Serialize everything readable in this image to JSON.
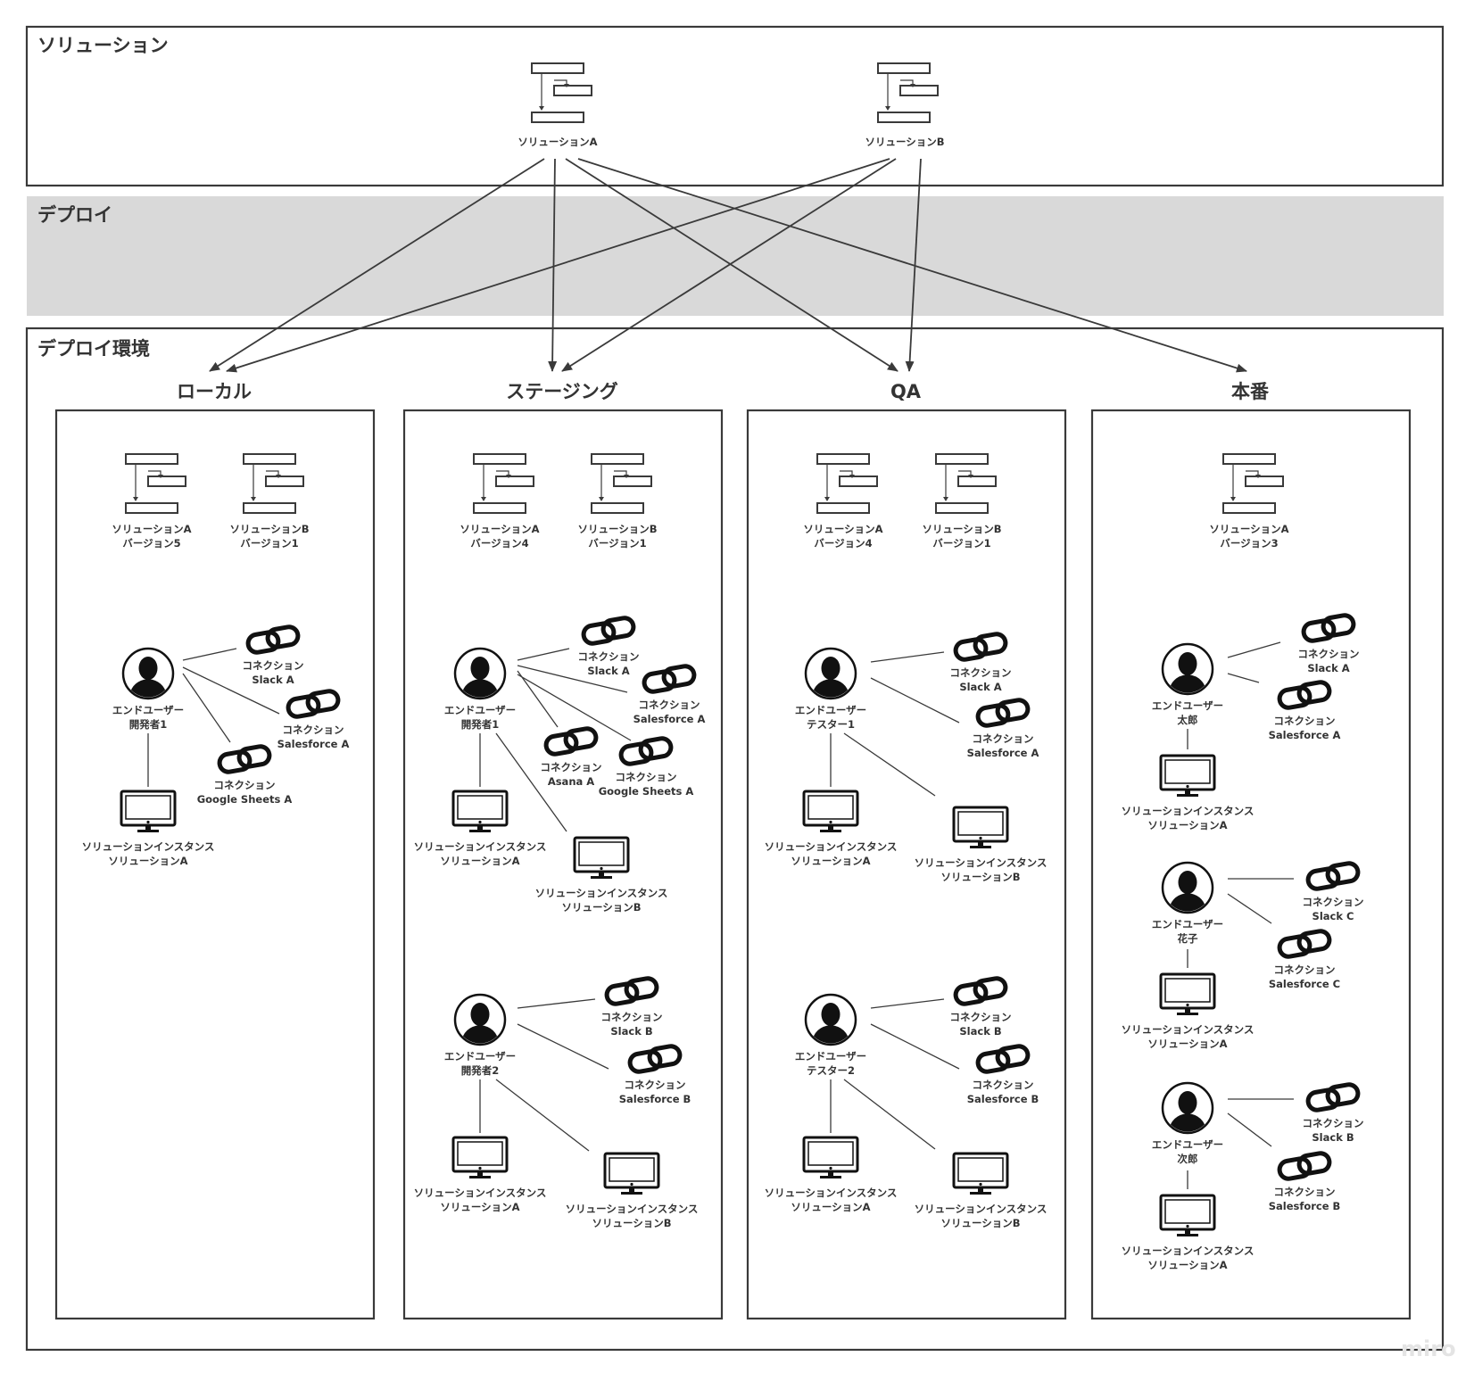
{
  "sections": {
    "solution": "ソリューション",
    "deploy": "デプロイ",
    "deploy_env": "デプロイ環境"
  },
  "top_solutions": [
    {
      "label": "ソリューションA"
    },
    {
      "label": "ソリューションB"
    }
  ],
  "environments": [
    {
      "title": "ローカル",
      "solutions": [
        {
          "line1": "ソリューションA",
          "line2": "バージョン5"
        },
        {
          "line1": "ソリューションB",
          "line2": "バージョン1"
        }
      ],
      "users": [
        {
          "line1": "エンドユーザー",
          "line2": "開発者1",
          "connections": [
            {
              "line1": "コネクション",
              "line2": "Slack A"
            },
            {
              "line1": "コネクション",
              "line2": "Salesforce A"
            },
            {
              "line1": "コネクション",
              "line2": "Google Sheets A"
            }
          ],
          "instances": [
            {
              "line1": "ソリューションインスタンス",
              "line2": "ソリューションA"
            }
          ]
        }
      ]
    },
    {
      "title": "ステージング",
      "solutions": [
        {
          "line1": "ソリューションA",
          "line2": "バージョン4"
        },
        {
          "line1": "ソリューションB",
          "line2": "バージョン1"
        }
      ],
      "users": [
        {
          "line1": "エンドユーザー",
          "line2": "開発者1",
          "connections": [
            {
              "line1": "コネクション",
              "line2": "Slack A"
            },
            {
              "line1": "コネクション",
              "line2": "Salesforce A"
            },
            {
              "line1": "コネクション",
              "line2": "Asana A"
            },
            {
              "line1": "コネクション",
              "line2": "Google Sheets A"
            }
          ],
          "instances": [
            {
              "line1": "ソリューションインスタンス",
              "line2": "ソリューションA"
            },
            {
              "line1": "ソリューションインスタンス",
              "line2": "ソリューションB"
            }
          ]
        },
        {
          "line1": "エンドユーザー",
          "line2": "開発者2",
          "connections": [
            {
              "line1": "コネクション",
              "line2": "Slack B"
            },
            {
              "line1": "コネクション",
              "line2": "Salesforce B"
            }
          ],
          "instances": [
            {
              "line1": "ソリューションインスタンス",
              "line2": "ソリューションA"
            },
            {
              "line1": "ソリューションインスタンス",
              "line2": "ソリューションB"
            }
          ]
        }
      ]
    },
    {
      "title": "QA",
      "solutions": [
        {
          "line1": "ソリューションA",
          "line2": "バージョン4"
        },
        {
          "line1": "ソリューションB",
          "line2": "バージョン1"
        }
      ],
      "users": [
        {
          "line1": "エンドユーザー",
          "line2": "テスター1",
          "connections": [
            {
              "line1": "コネクション",
              "line2": "Slack A"
            },
            {
              "line1": "コネクション",
              "line2": "Salesforce A"
            }
          ],
          "instances": [
            {
              "line1": "ソリューションインスタンス",
              "line2": "ソリューションA"
            },
            {
              "line1": "ソリューションインスタンス",
              "line2": "ソリューションB"
            }
          ]
        },
        {
          "line1": "エンドユーザー",
          "line2": "テスター2",
          "connections": [
            {
              "line1": "コネクション",
              "line2": "Slack B"
            },
            {
              "line1": "コネクション",
              "line2": "Salesforce B"
            }
          ],
          "instances": [
            {
              "line1": "ソリューションインスタンス",
              "line2": "ソリューションA"
            },
            {
              "line1": "ソリューションインスタンス",
              "line2": "ソリューションB"
            }
          ]
        }
      ]
    },
    {
      "title": "本番",
      "solutions": [
        {
          "line1": "ソリューションA",
          "line2": "バージョン3"
        }
      ],
      "users": [
        {
          "line1": "エンドユーザー",
          "line2": "太郎",
          "connections": [
            {
              "line1": "コネクション",
              "line2": "Slack A"
            },
            {
              "line1": "コネクション",
              "line2": "Salesforce A"
            }
          ],
          "instances": [
            {
              "line1": "ソリューションインスタンス",
              "line2": "ソリューションA"
            }
          ]
        },
        {
          "line1": "エンドユーザー",
          "line2": "花子",
          "connections": [
            {
              "line1": "コネクション",
              "line2": "Slack C"
            },
            {
              "line1": "コネクション",
              "line2": "Salesforce C"
            }
          ],
          "instances": [
            {
              "line1": "ソリューションインスタンス",
              "line2": "ソリューションA"
            }
          ]
        },
        {
          "line1": "エンドユーザー",
          "line2": "次郎",
          "connections": [
            {
              "line1": "コネクション",
              "line2": "Slack B"
            },
            {
              "line1": "コネクション",
              "line2": "Salesforce B"
            }
          ],
          "instances": [
            {
              "line1": "ソリューションインスタンス",
              "line2": "ソリューションA"
            }
          ]
        }
      ]
    }
  ],
  "watermark": "miro",
  "icons": {
    "solution": "gantt-solution-icon",
    "user": "user-avatar-icon",
    "connection": "chain-link-icon",
    "instance": "monitor-icon"
  },
  "colors": {
    "stroke": "#3a3a3a",
    "deploy_band": "#d9d9d9"
  }
}
